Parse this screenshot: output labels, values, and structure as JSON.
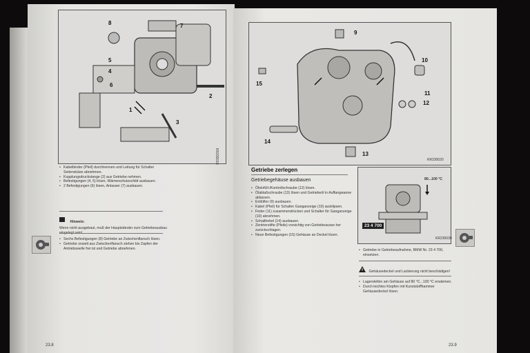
{
  "left": {
    "figure_code": "KR230010",
    "callouts": [
      "8",
      "7",
      "5",
      "4",
      "6",
      "2",
      "1",
      "3"
    ],
    "bullets": [
      "Kabelbinder (Pfeil) durchtrennen und Leitung für Schalter Seitenstütze abnehmen.",
      "Kupplungsdruckstange (2) aus Getriebe nehmen.",
      "Befestigungen (4, 5) lösen, Wärmeschutzschild ausbauen.",
      "2 Befestigungen (6) lösen, Anlasser (7) ausbauen."
    ],
    "note_title": "Hinweis:",
    "note_text": "Wenn nicht ausgebaut, muß der Hauptständer zum Getriebeausbau eingelegt sein!",
    "bullets2": [
      "Sechs Befestigungen (8) Getriebe an Zwischenflansch lösen.",
      "Getriebe soweit aus Zwischenflansch ziehen bis Zapfen der Antriebswelle frei ist und Getriebe abnehmen."
    ],
    "page_number": "23.8"
  },
  "right": {
    "figure_code": "KR230020",
    "callouts": [
      "9",
      "10",
      "11",
      "12",
      "13",
      "14",
      "15"
    ],
    "heading": "Getriebe zerlegen",
    "subheading": "Getriebegehäuse ausbauen",
    "bullets": [
      "Öleinfüll-/Kontrollschraube (12) lösen.",
      "Ölablaßschraube (13) lösen und Getriebeöl in Auffangwanne ablassen.",
      "Entlüfter (9) ausbauen.",
      "Kabel (Pfeil) für Schalter Ganganzeige (10) ausklipsen.",
      "Feder (11) zusammendrücken und Schalter für Ganganzeige (10) abnehmen.",
      "Schalthebel (14) ausbauen.",
      "Zentrierstifte (Pfeile) vorsichtig von Getriebeausse her zurückschlagen.",
      "Neun Befestigungen (15) Gehäuse an Deckel lösen."
    ],
    "small_figure_code": "KR230030",
    "temp_label": "80...100 °C",
    "tool_badge": "23 4 700",
    "bullets_fig": [
      "Getriebe in Getriebeaufnahme, BMW Nr. 23 4 700, einsetzen."
    ],
    "warning_text": "Gehäusedeckel und Lackierung nicht beschädigen!",
    "bullets_end": [
      "Lagerstellen am Gehäuse auf 80 °C...100 °C erwärmen.",
      "Durch leichtes Klopfen mit Kunststoffhammer Gehäusedeckel lösen."
    ],
    "page_number": "23.9"
  }
}
